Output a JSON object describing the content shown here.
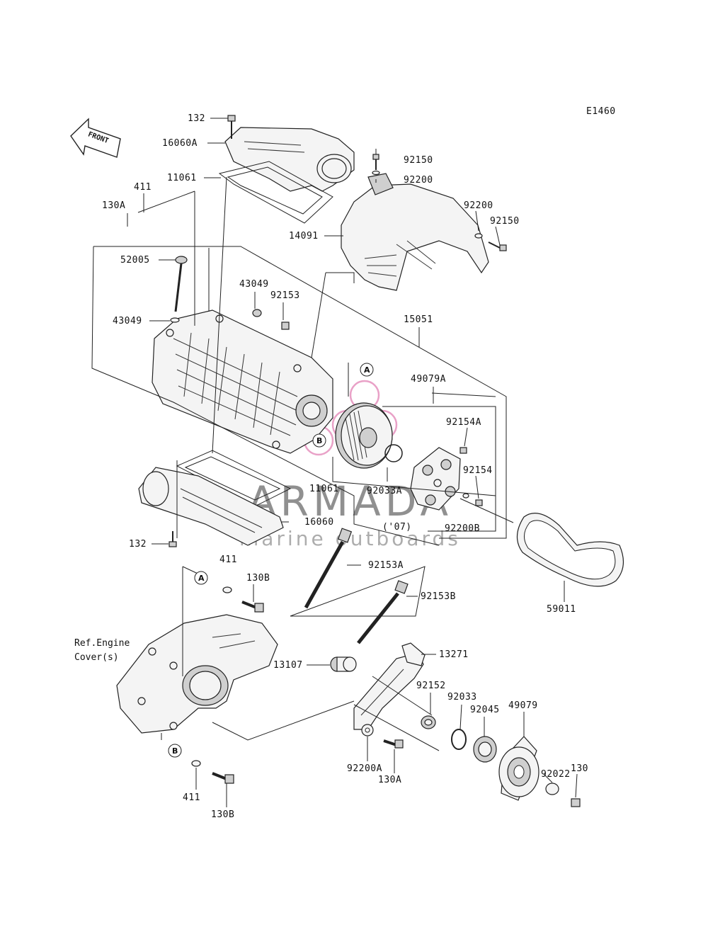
{
  "diagram_code": "E1460",
  "front_label": "FRONT",
  "ref_note": {
    "line1": "Ref.Engine",
    "line2": "Cover(s)"
  },
  "year_note": "('07)",
  "circle_refs": {
    "A": "A",
    "B": "B"
  },
  "watermark": {
    "brand": "ARMADA",
    "tagline": "marine outboards",
    "logo_color": "#e07ab0"
  },
  "part_labels": [
    {
      "id": "p132_top",
      "text": "132"
    },
    {
      "id": "p16060A",
      "text": "16060A"
    },
    {
      "id": "p11061_top",
      "text": "11061"
    },
    {
      "id": "p411_top",
      "text": "411"
    },
    {
      "id": "p130A_top",
      "text": "130A"
    },
    {
      "id": "p52005",
      "text": "52005"
    },
    {
      "id": "p43049_a",
      "text": "43049"
    },
    {
      "id": "p92153",
      "text": "92153"
    },
    {
      "id": "p43049_b",
      "text": "43049"
    },
    {
      "id": "p92150_a",
      "text": "92150"
    },
    {
      "id": "p92200_a",
      "text": "92200"
    },
    {
      "id": "p92200_b",
      "text": "92200"
    },
    {
      "id": "p92150_b",
      "text": "92150"
    },
    {
      "id": "p14091",
      "text": "14091"
    },
    {
      "id": "p15051",
      "text": "15051"
    },
    {
      "id": "p49079A",
      "text": "49079A"
    },
    {
      "id": "p92154A",
      "text": "92154A"
    },
    {
      "id": "p92154",
      "text": "92154"
    },
    {
      "id": "p11061_mid",
      "text": "11061"
    },
    {
      "id": "p92033A",
      "text": "92033A"
    },
    {
      "id": "p16060",
      "text": "16060"
    },
    {
      "id": "p92200B",
      "text": "92200B"
    },
    {
      "id": "p132_bot",
      "text": "132"
    },
    {
      "id": "p411_mid",
      "text": "411"
    },
    {
      "id": "p92153A",
      "text": "92153A"
    },
    {
      "id": "p130B_a",
      "text": "130B"
    },
    {
      "id": "p92153B",
      "text": "92153B"
    },
    {
      "id": "p59011",
      "text": "59011"
    },
    {
      "id": "p13271",
      "text": "13271"
    },
    {
      "id": "p13107",
      "text": "13107"
    },
    {
      "id": "p92152",
      "text": "92152"
    },
    {
      "id": "p92033",
      "text": "92033"
    },
    {
      "id": "p92045",
      "text": "92045"
    },
    {
      "id": "p49079",
      "text": "49079"
    },
    {
      "id": "p92022",
      "text": "92022"
    },
    {
      "id": "p130",
      "text": "130"
    },
    {
      "id": "p92200A",
      "text": "92200A"
    },
    {
      "id": "p130A_bot",
      "text": "130A"
    },
    {
      "id": "p411_bot",
      "text": "411"
    },
    {
      "id": "p130B_b",
      "text": "130B"
    }
  ]
}
